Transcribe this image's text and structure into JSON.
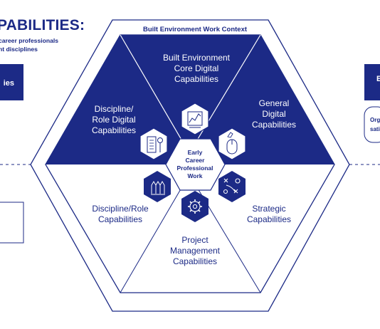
{
  "header": {
    "title": "PABILITIES:",
    "line1": "career professionals",
    "line2": "nt disciplines"
  },
  "left_box_label": "ies",
  "right_box_label": "E",
  "right_note_line1": "Org",
  "right_note_line2": "sati",
  "context_label": "Built Environment Work Context",
  "segments": {
    "core": [
      "Built Environment",
      "Core Digital",
      "Capabilities"
    ],
    "discipline_digital": [
      "Discipline/",
      "Role Digital",
      "Capabilities"
    ],
    "general_digital": [
      "General",
      "Digital",
      "Capabilities"
    ],
    "discipline_role": [
      "Discipline/Role",
      "Capabilities"
    ],
    "strategic": [
      "Strategic",
      "Capabilities"
    ],
    "project_management": [
      "Project",
      "Management",
      "Capabilities"
    ]
  },
  "center": [
    "Early",
    "Career",
    "Professional",
    "Work"
  ],
  "icons": {
    "chart": "bar-chart-icon",
    "building": "building-icon",
    "mouse": "mouse-hand-icon",
    "pencils": "pencils-icon",
    "strategy": "tactics-board-icon",
    "gear": "gear-icon"
  },
  "colors": {
    "primary": "#1c2a86",
    "text_light": "#ffffff",
    "background": "#ffffff"
  }
}
